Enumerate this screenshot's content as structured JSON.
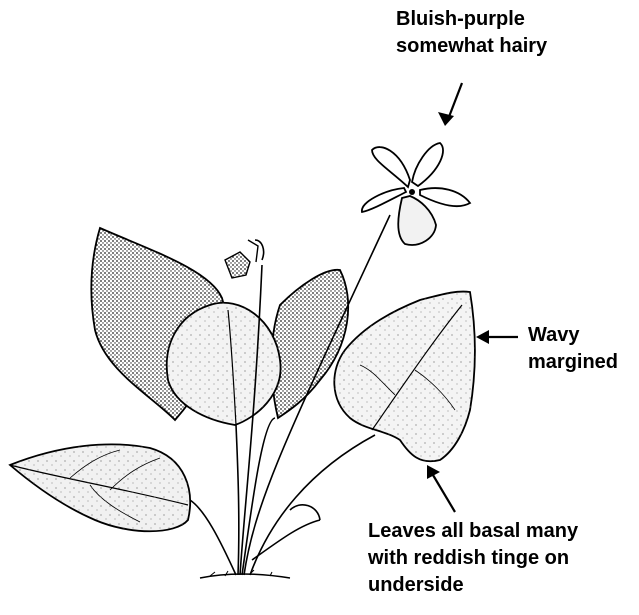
{
  "annotations": {
    "flower": {
      "line1": "Bluish-purple",
      "line2": "somewhat hairy"
    },
    "margin": {
      "line1": "Wavy",
      "line2": "margined"
    },
    "leaves": {
      "line1": "Leaves all basal many",
      "line2": "with reddish tinge on",
      "line3": "underside"
    }
  },
  "illustration": {
    "subject": "violet plant line drawing",
    "colors": {
      "ink": "#000000",
      "background": "#ffffff",
      "leaf_fill": "#eeeeee",
      "stipple": "#555555"
    }
  }
}
